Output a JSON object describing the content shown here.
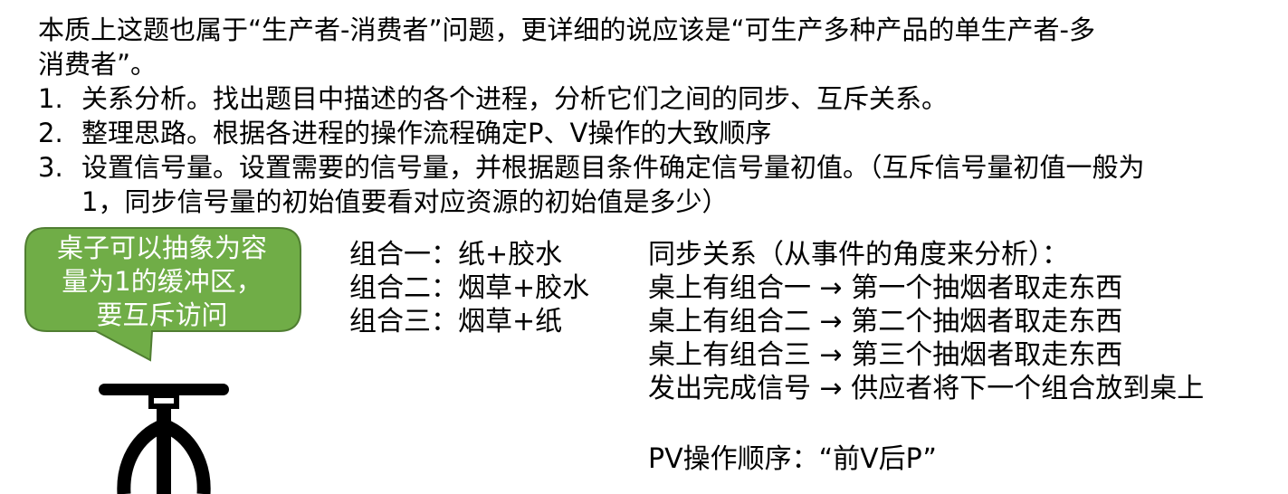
{
  "intro": {
    "line1": "本质上这题也属于“生产者-消费者”问题，更详细的说应该是“可生产多种产品的单生产者-多",
    "line2": "消费者”。"
  },
  "steps": [
    {
      "num": "1.",
      "text": "关系分析。找出题目中描述的各个进程，分析它们之间的同步、互斥关系。"
    },
    {
      "num": "2.",
      "text": "整理思路。根据各进程的操作流程确定P、V操作的大致顺序"
    },
    {
      "num": "3.",
      "text": "设置信号量。设置需要的信号量，并根据题目条件确定信号量初值。（互斥信号量初值一般为",
      "cont": "1，同步信号量的初始值要看对应资源的初始值是多少）"
    }
  ],
  "bubble": {
    "lines": [
      "桌子可以抽象为容",
      "量为1的缓冲区，",
      "要互斥访问"
    ],
    "fill": "#70ad47",
    "stroke": "#507e32"
  },
  "combos": [
    "组合一：纸+胶水",
    "组合二：烟草+胶水",
    "组合三：烟草+纸"
  ],
  "sync": {
    "title": "同步关系（从事件的角度来分析）：",
    "items": [
      "桌上有组合一 → 第一个抽烟者取走东西",
      "桌上有组合二 → 第二个抽烟者取走东西",
      "桌上有组合三 → 第三个抽烟者取走东西",
      "发出完成信号 → 供应者将下一个组合放到桌上"
    ],
    "pv_order": "PV操作顺序：“前V后P”"
  },
  "icons": {
    "table": "table-icon"
  }
}
